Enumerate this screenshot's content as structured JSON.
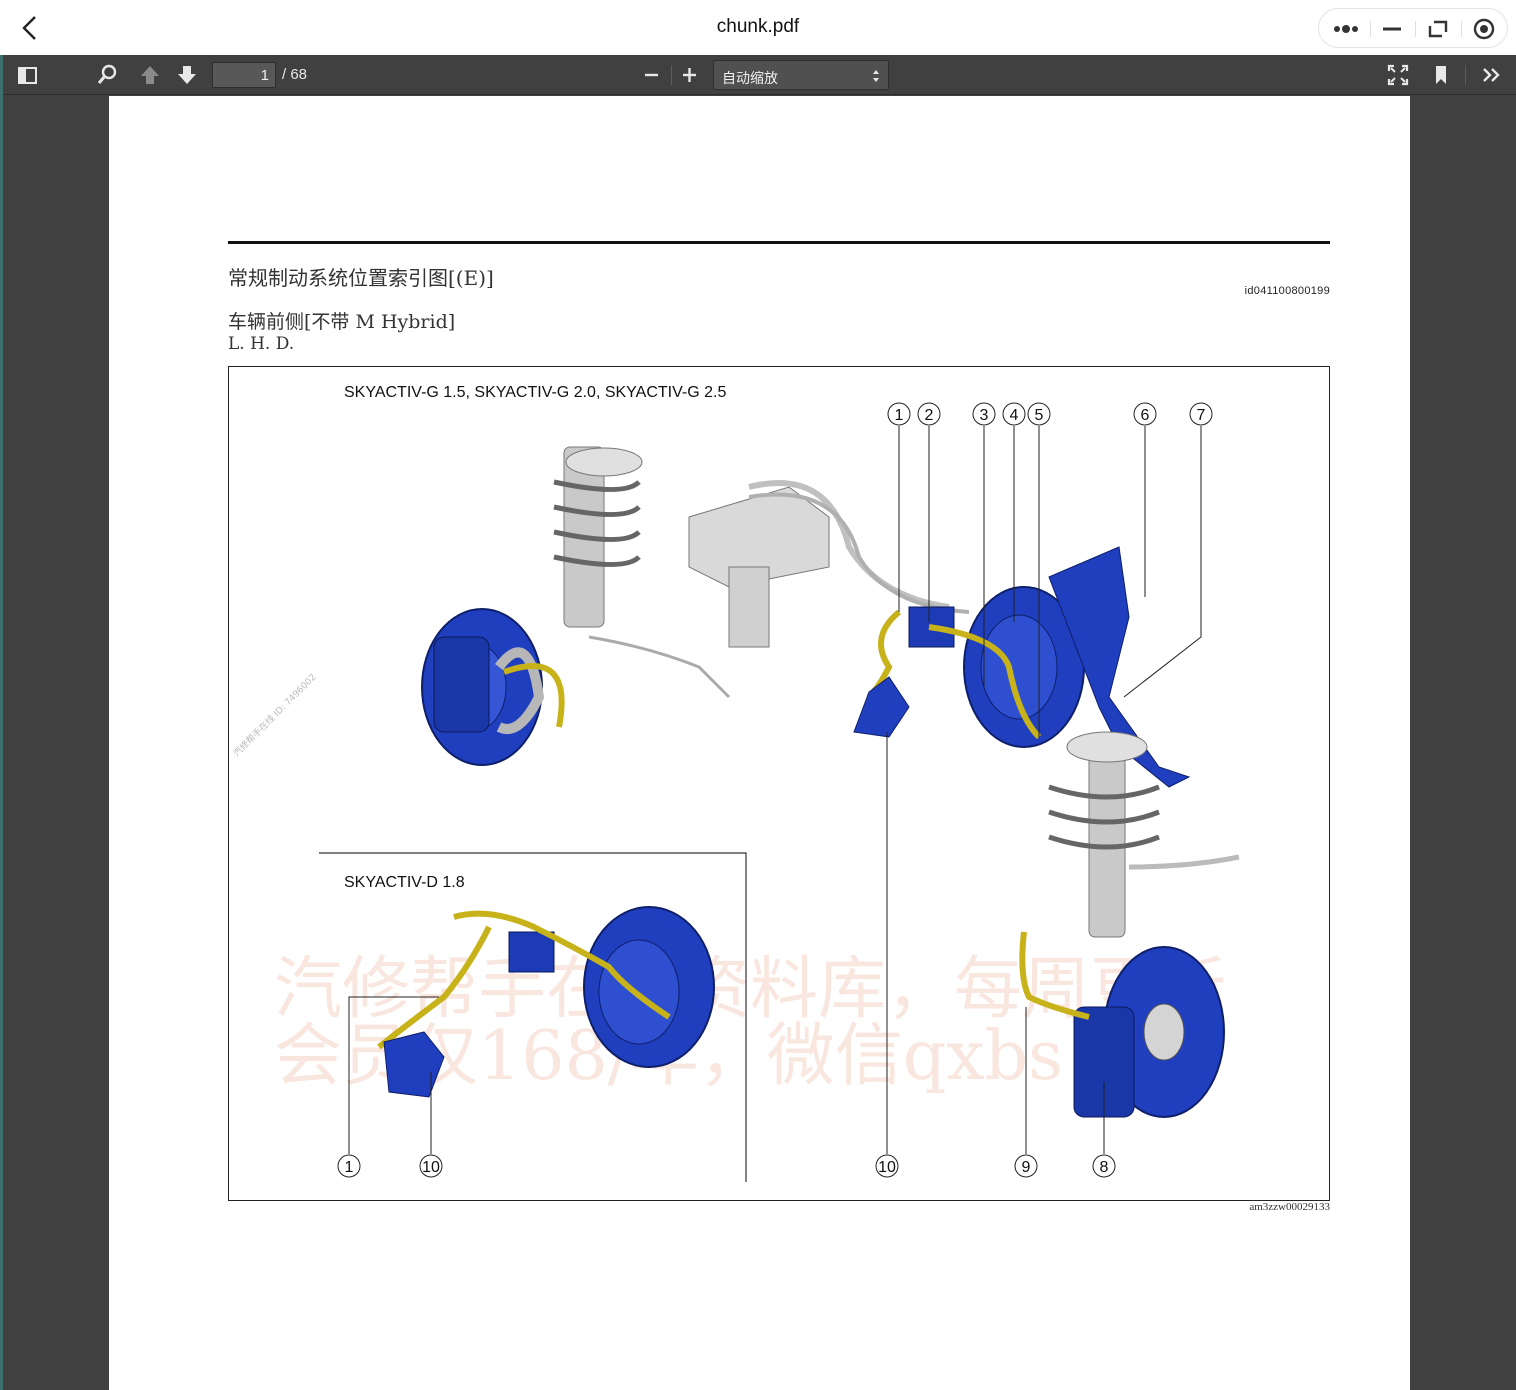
{
  "titlebar": {
    "title": "chunk.pdf",
    "back_icon": "chevron-left-icon",
    "capsule_icons": [
      "more-dots-icon",
      "minimize-icon",
      "restore-icon",
      "record-icon"
    ]
  },
  "toolbar": {
    "page_current": "1",
    "page_total": "/ 68",
    "zoom_value": "自动缩放",
    "icons": [
      "sidebar-toggle-icon",
      "search-icon",
      "page-up-icon",
      "page-down-icon",
      "zoom-out-icon",
      "zoom-in-icon",
      "fullscreen-icon",
      "bookmark-icon",
      "more-tools-icon"
    ]
  },
  "document": {
    "title": "常规制动系统位置索引图[(E)]",
    "doc_id": "id041100800199",
    "subtitle": "车辆前侧[不带 M Hybrid]",
    "variant": "L. H. D.",
    "figure_id": "am3zzw00029133"
  },
  "figure": {
    "main_label": "SKYACTIV-G 1.5, SKYACTIV-G 2.0, SKYACTIV-G 2.5",
    "inset_label": "SKYACTIV-D 1.8",
    "callouts_top": [
      "1",
      "2",
      "3",
      "4",
      "5",
      "6",
      "7"
    ],
    "callouts_bottom_main": [
      "10",
      "9",
      "8"
    ],
    "callouts_bottom_inset": [
      "1",
      "10"
    ],
    "watermark_line1": "汽修帮手在线资料库，每周更新",
    "watermark_line2": "会员仅168/年，微信qxbs",
    "watermark_small": "汽修帮手在线 ID: 7496002",
    "colors": {
      "part_blue": "#1f3fbf",
      "brake_line": "#c8b21a",
      "metal_gray": "#b5b5b5"
    }
  }
}
